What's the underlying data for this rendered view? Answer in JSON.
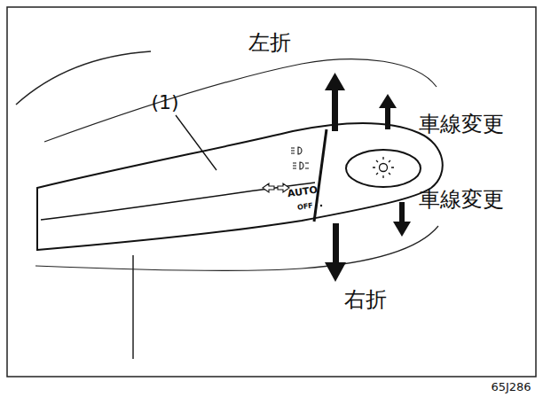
{
  "diagram": {
    "labels": [
      "左折",
      "車線変更",
      "車線変更",
      "右折",
      "(1)",
      "AUTO",
      "OFF",
      "65J286"
    ]
  }
}
